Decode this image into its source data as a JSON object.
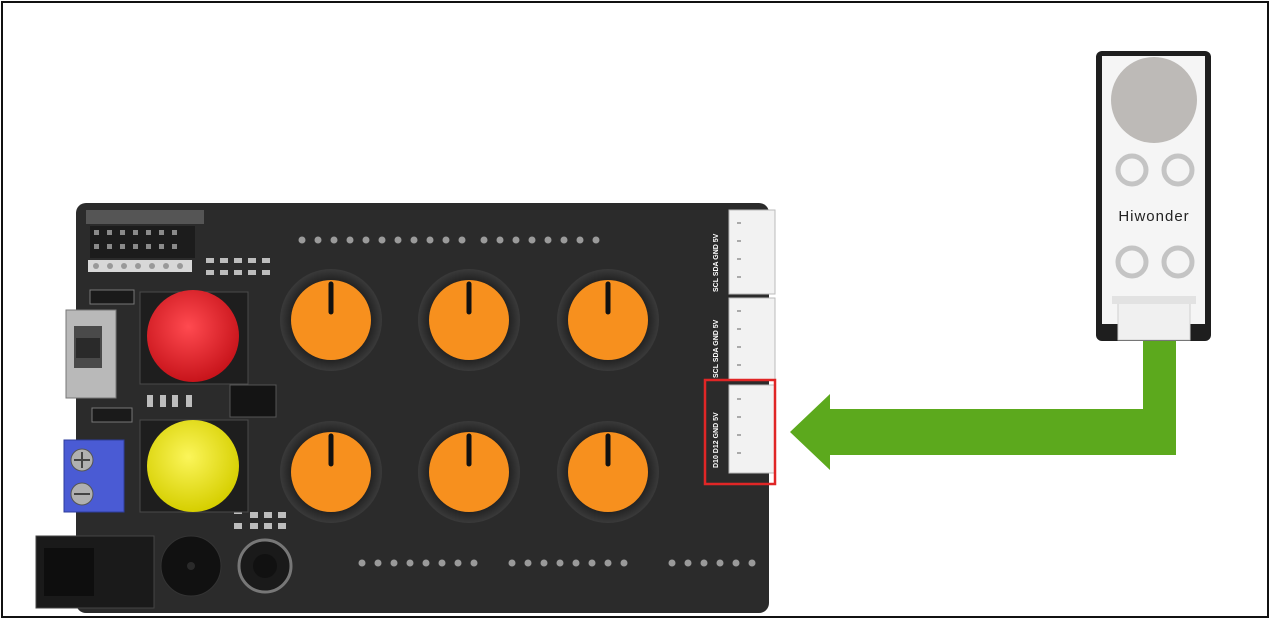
{
  "board": {
    "ports": [
      {
        "label": "SCL SDA GND 5V"
      },
      {
        "label": "SCL SDA GND 5V"
      },
      {
        "label": "D10 D12 GND 5V"
      }
    ],
    "highlighted_port": "D10 D12 GND 5V"
  },
  "module": {
    "brand": "Hiwonder"
  },
  "colors": {
    "board": "#2b2b2b",
    "knob": "#f7901e",
    "red_button": "#e8222a",
    "yellow_button": "#f2ea12",
    "arrow": "#5ca91d",
    "highlight": "#e02626",
    "terminal": "#4a5bd4"
  }
}
